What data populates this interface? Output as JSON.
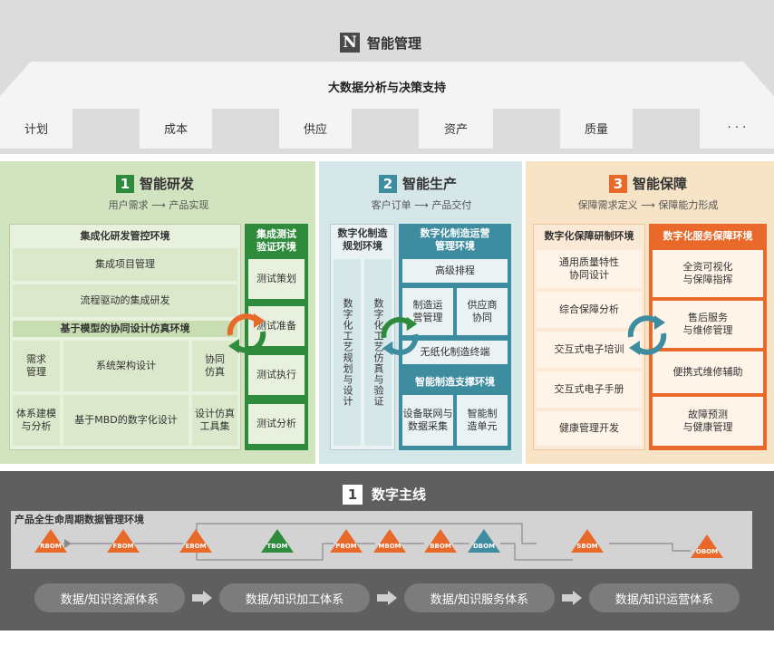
{
  "header": {
    "logo_letter": "N",
    "title": "智能管理"
  },
  "roof": {
    "title": "大数据分析与决策支持",
    "items": [
      "计划",
      "成本",
      "供应",
      "资产",
      "质量",
      "· · ·"
    ]
  },
  "section1": {
    "number": "1",
    "title": "智能研发",
    "subtitle": "用户需求 ⟶ 产品实现",
    "env_title": "集成化研发管控环境",
    "env_items": [
      "集成项目管理",
      "流程驱动的集成研发"
    ],
    "model_title": "基于模型的协同设计仿真环境",
    "grid": [
      "需求\n管理",
      "系统架构设计",
      "协同\n仿真",
      "体系建模\n与分析",
      "基于MBD的数字化设计",
      "设计仿真\n工具集"
    ],
    "test_title": "集成测试\n验证环境",
    "test_items": [
      "测试策划",
      "测试准备",
      "测试执行",
      "测试分析"
    ]
  },
  "section2": {
    "number": "2",
    "title": "智能生产",
    "subtitle": "客户订单 ⟶ 产品交付",
    "plan_title": "数字化制造\n规划环境",
    "plan_cols": [
      "数字化工艺规划与设计",
      "数字化工艺仿真与验证"
    ],
    "ops_title": "数字化制造运营\n管理环境",
    "ops_items": [
      "高级排程",
      "制造运\n营管理",
      "供应商\n协同",
      "无纸化制造终端"
    ],
    "support_title": "智能制造支撑环境",
    "support_items": [
      "设备联网与\n数据采集",
      "智能制\n造单元"
    ]
  },
  "section3": {
    "number": "3",
    "title": "智能保障",
    "subtitle": "保障需求定义 ⟶ 保障能力形成",
    "left_title": "数字化保障研制环境",
    "left_items": [
      "通用质量特性\n协同设计",
      "综合保障分析",
      "交互式电子培训",
      "交互式电子手册",
      "健康管理开发"
    ],
    "right_title": "数字化服务保障环境",
    "right_items": [
      "全资可视化\n与保障指挥",
      "售后服务\n与维修管理",
      "便携式维修辅助",
      "故障预测\n与健康管理"
    ]
  },
  "thread": {
    "number": "1",
    "title": "数字主线",
    "panel_title": "产品全生命周期数据管理环境",
    "boms": [
      "RBOM",
      "FBOM",
      "EBOM",
      "TBOM",
      "PBOM",
      "MBOM",
      "BBOM",
      "DBOM",
      "SBOM",
      "OBOM"
    ],
    "systems": [
      "数据/知识资源体系",
      "数据/知识加工体系",
      "数据/知识服务体系",
      "数据/知识运营体系"
    ]
  },
  "colors": {
    "green": "#2e8b3c",
    "green_light": "#dfecd1",
    "teal": "#3d8ca0",
    "orange": "#e8692a",
    "orange_light": "#fbe9d6",
    "gray_dark": "#5f5f5f"
  }
}
